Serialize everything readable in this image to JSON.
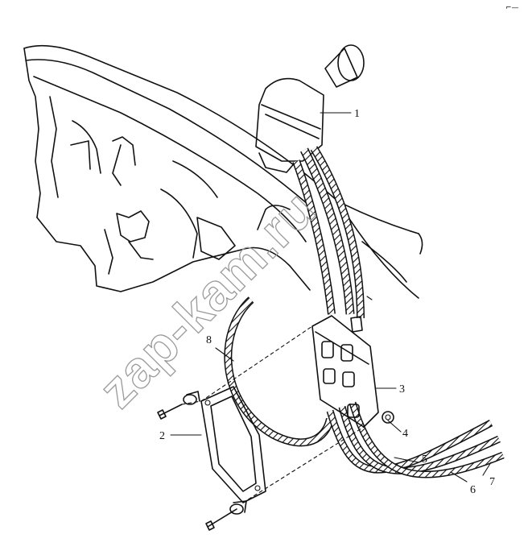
{
  "watermark": "zap-kam.ru",
  "corner_mark": "⌐—",
  "callouts": [
    {
      "id": "c1",
      "number": "1"
    },
    {
      "id": "c2",
      "number": "2"
    },
    {
      "id": "c3",
      "number": "3"
    },
    {
      "id": "c4",
      "number": "4"
    },
    {
      "id": "c5",
      "number": "5"
    },
    {
      "id": "c6",
      "number": "6"
    },
    {
      "id": "c7",
      "number": "7"
    },
    {
      "id": "c8",
      "number": "8"
    }
  ]
}
